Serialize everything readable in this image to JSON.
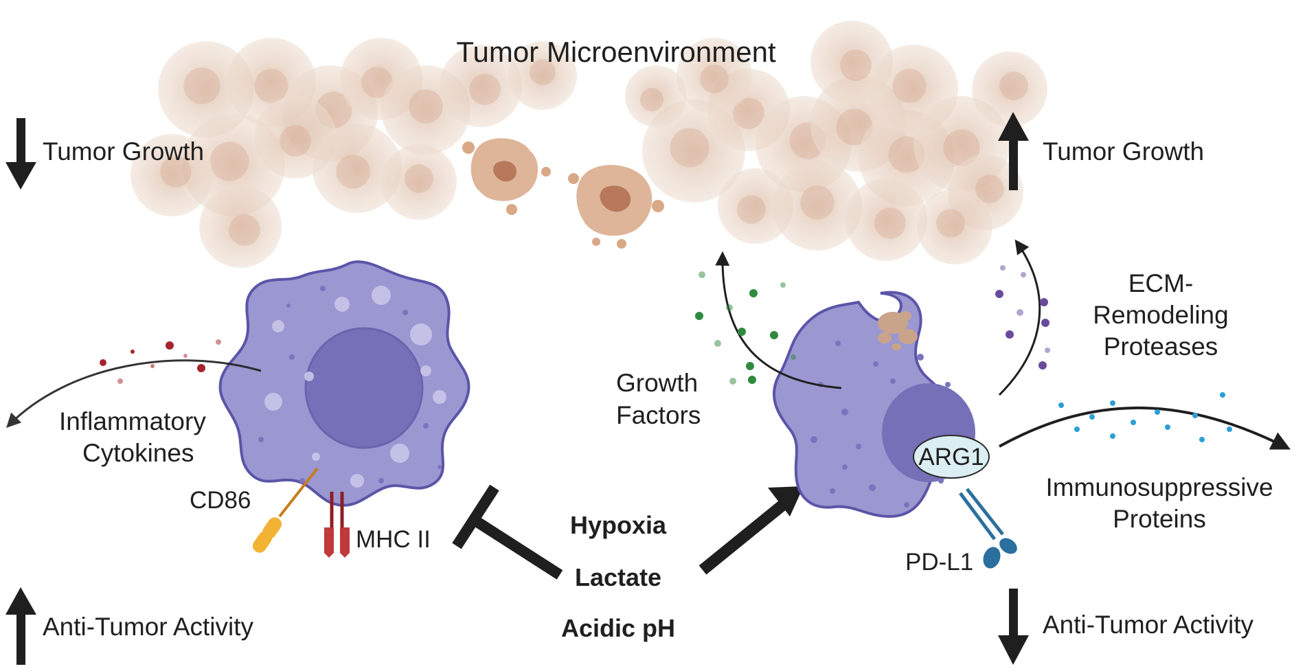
{
  "title": "Tumor Microenvironment",
  "left": {
    "top_indicator": {
      "direction": "down",
      "label": "Tumor Growth"
    },
    "bottom_indicator": {
      "direction": "up",
      "label": "Anti-Tumor Activity"
    },
    "secretion": {
      "line1": "Inflammatory",
      "line2": "Cytokines"
    },
    "markers": {
      "cd86": "CD86",
      "mhc": "MHC II"
    }
  },
  "right": {
    "top_indicator": {
      "direction": "up",
      "label": "Tumor Growth"
    },
    "bottom_indicator": {
      "direction": "down",
      "label": "Anti-Tumor Activity"
    },
    "growth_factors": {
      "line1": "Growth",
      "line2": "Factors"
    },
    "proteases": {
      "line1": "ECM-",
      "line2": "Remodeling",
      "line3": "Proteases"
    },
    "immuno": {
      "line1": "Immunosuppressive",
      "line2": "Proteins"
    },
    "markers": {
      "arg1": "ARG1",
      "pdl1": "PD-L1"
    }
  },
  "center": {
    "factors": [
      "Hypoxia",
      "Lactate",
      "Acidic pH"
    ]
  },
  "colors": {
    "cell_fill": "#9b97d1",
    "cell_stroke": "#5b55a8",
    "nucleus": "#7670b8",
    "tumor_cell": "#e9d2c0",
    "tumor_core": "#c98e70",
    "cytokine": "#a3242c",
    "growth_factor": "#2f8a3e",
    "protease": "#6a4a9c",
    "immuno_protein": "#2a9fd6",
    "cd86": "#f2b335",
    "mhc": "#c0393b",
    "pdl1": "#2a6f9e",
    "arrow": "#1f1f1f"
  }
}
